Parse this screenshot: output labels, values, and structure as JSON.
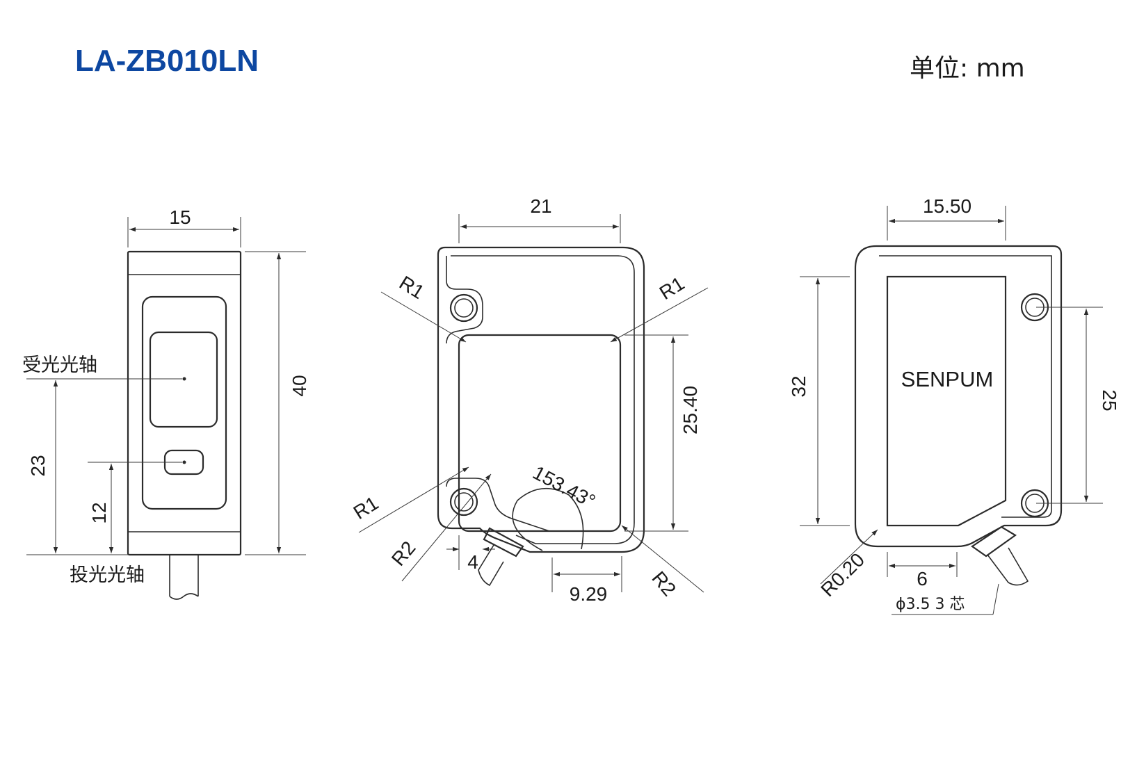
{
  "title": "LA-ZB010LN",
  "unit_label": "单位: mm",
  "colors": {
    "title": "#0d47a1",
    "line": "#2b2b2b",
    "background": "#ffffff"
  },
  "front_view": {
    "width_dim": "15",
    "height_dim": "40",
    "receiver_axis_dim": "23",
    "emitter_axis_dim": "12",
    "receiver_label": "受光光轴",
    "emitter_label": "投光光轴"
  },
  "side_view": {
    "width_dim": "21",
    "window_height_dim": "25.40",
    "angle_label": "153.43°",
    "hole_offset_dim": "4",
    "cable_offset_dim": "9.29",
    "radius_labels": {
      "top_left": "R1",
      "top_right": "R1",
      "bottom_left_r1": "R1",
      "bottom_left_r2": "R2",
      "bottom_right_r2": "R2"
    }
  },
  "back_view": {
    "window_width_dim": "15.50",
    "window_height_dim": "32",
    "hole_pitch_dim": "25",
    "corner_radius_label": "R0.20",
    "bottom_dim": "6",
    "brand": "SENPUM",
    "cable_spec": "ϕ3.5   3 芯"
  }
}
